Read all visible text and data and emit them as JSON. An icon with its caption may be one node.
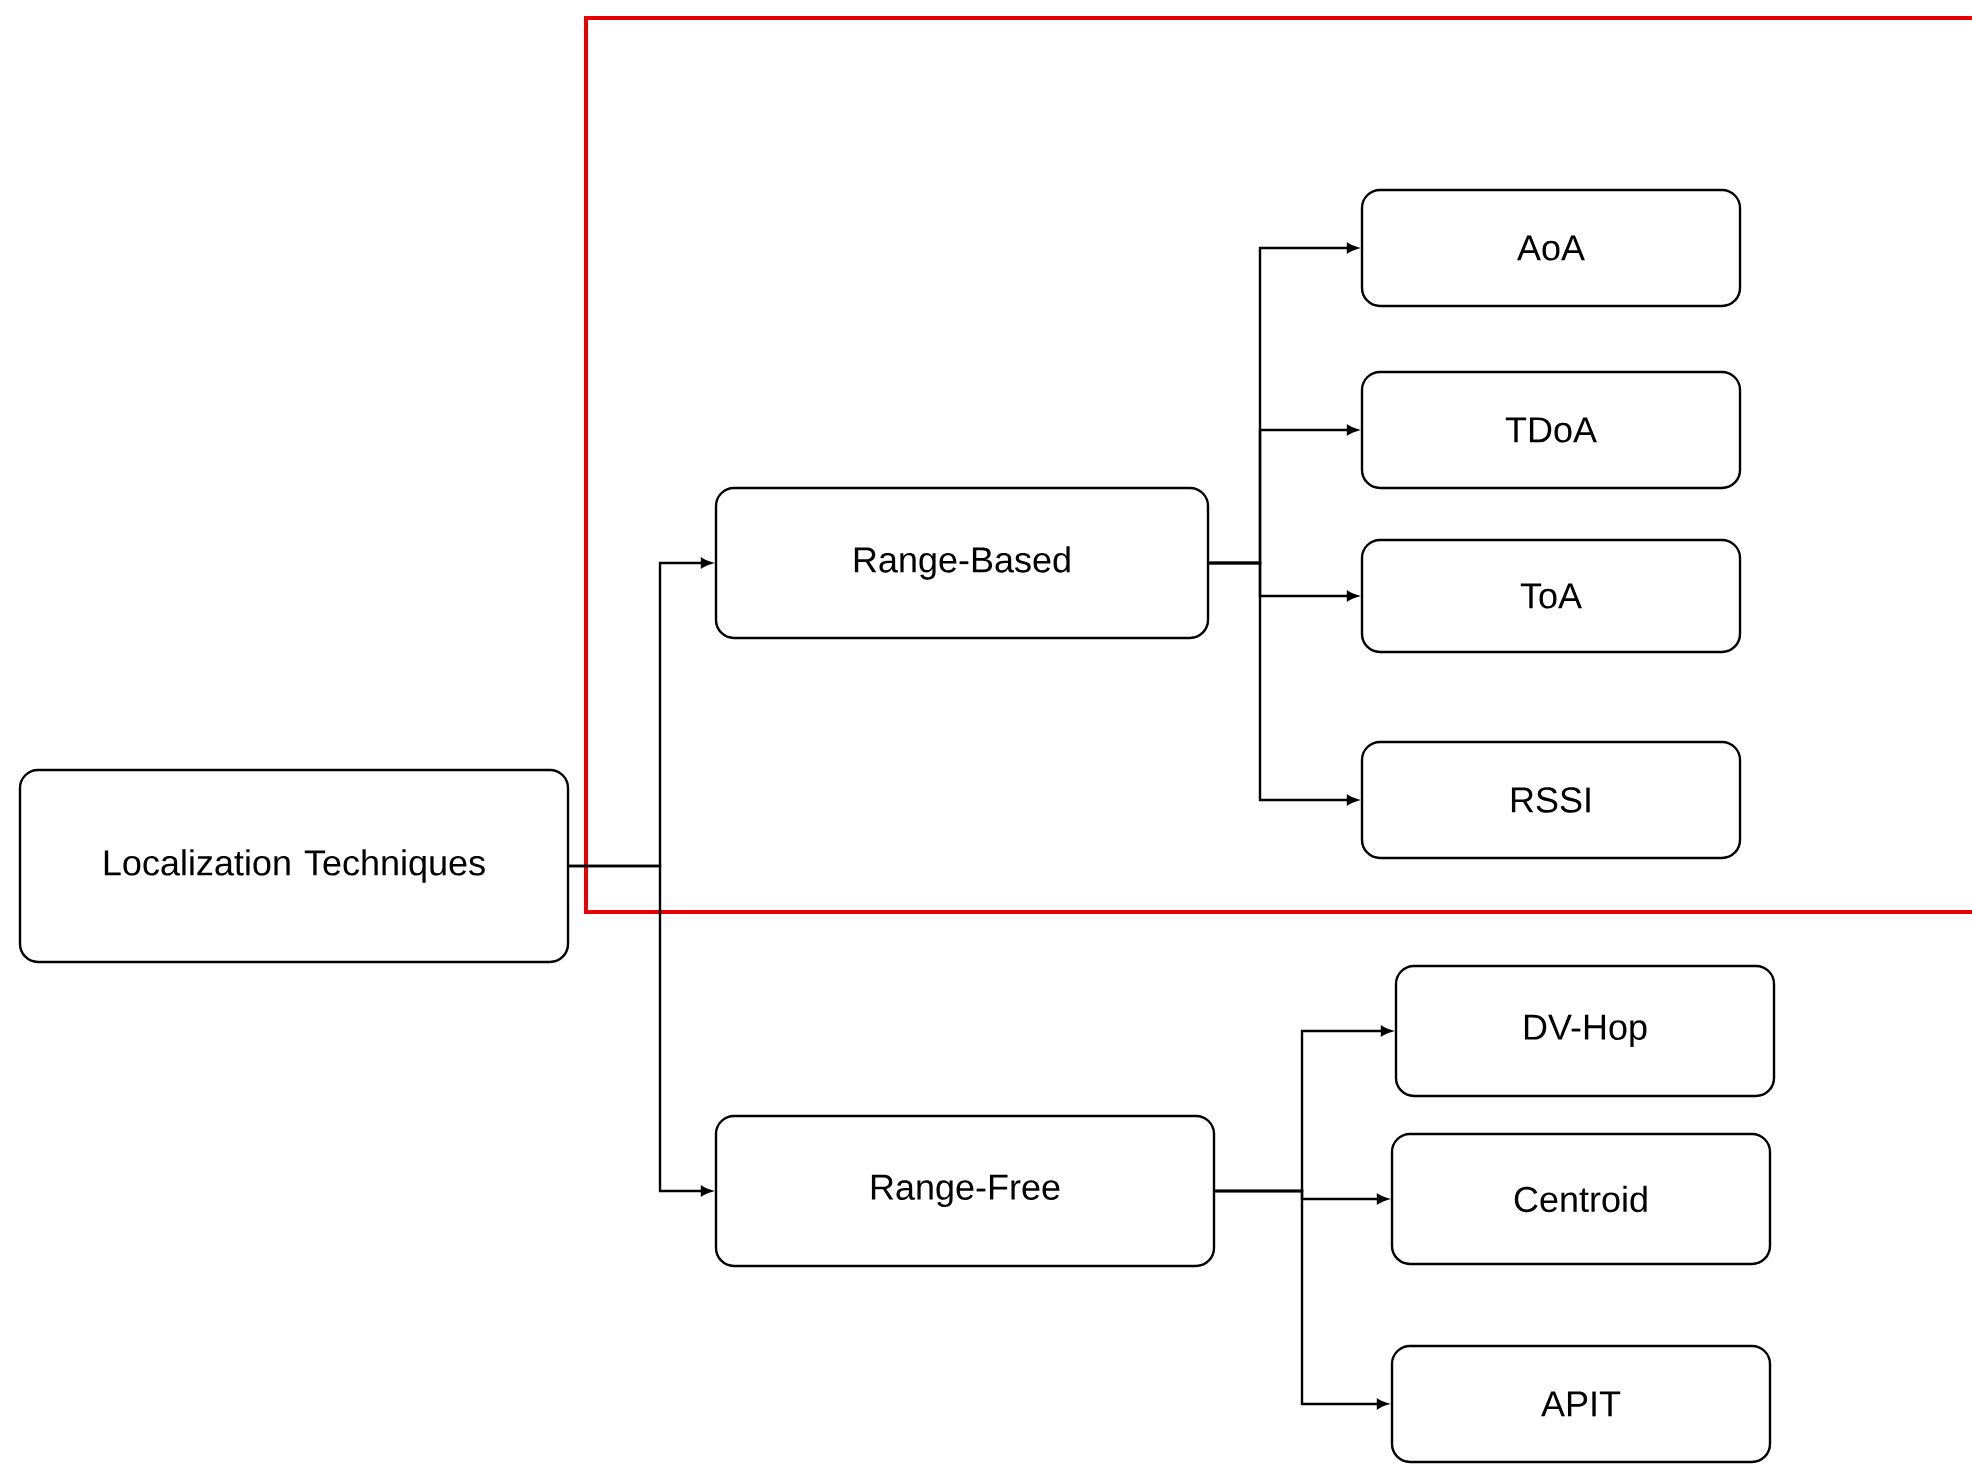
{
  "diagram": {
    "nodes": [
      {
        "text": [
          "Localization Techniques"
        ]
      },
      {
        "text": [
          "Range-Based"
        ]
      },
      {
        "text": [
          "Range-Free"
        ]
      },
      {
        "text": [
          "AoA"
        ]
      },
      {
        "text": [
          "TDoA"
        ]
      },
      {
        "text": [
          "ToA"
        ]
      },
      {
        "text": [
          "RSSI"
        ]
      },
      {
        "text": [
          "DV-Hop"
        ]
      },
      {
        "text": [
          "Centroid"
        ]
      },
      {
        "text": [
          "APIT"
        ]
      }
    ],
    "edges": [
      {
        "from": 0,
        "to": 1,
        "arrow": "to"
      },
      {
        "from": 0,
        "to": 2,
        "arrow": "to"
      },
      {
        "from": 1,
        "to": 3,
        "arrow": "to"
      },
      {
        "from": 1,
        "to": 4,
        "arrow": "to"
      },
      {
        "from": 1,
        "to": 5,
        "arrow": "to"
      },
      {
        "from": 1,
        "to": 6,
        "arrow": "to"
      },
      {
        "from": 2,
        "to": 7,
        "arrow": "to"
      },
      {
        "from": 2,
        "to": 8,
        "arrow": "to"
      },
      {
        "from": 2,
        "to": 9,
        "arrow": "to"
      }
    ]
  }
}
